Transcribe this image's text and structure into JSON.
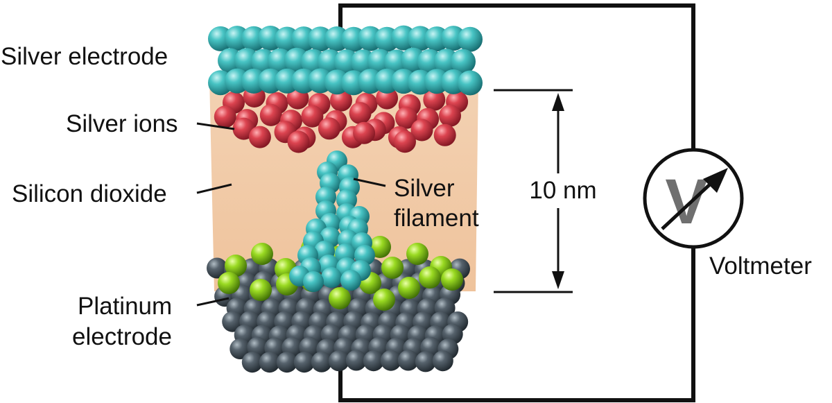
{
  "labels": {
    "silver_electrode": "Silver electrode",
    "silver_ions": "Silver ions",
    "silicon_dioxide": "Silicon dioxide",
    "silver_filament_line1": "Silver",
    "silver_filament_line2": "filament",
    "platinum_line1": "Platinum",
    "platinum_line2": "electrode",
    "distance": "10 nm",
    "voltmeter": "Voltmeter",
    "voltmeter_symbol": "V"
  },
  "colors": {
    "silver_atom": "#3fb8b8",
    "silver_ion": "#d23c48",
    "silicon_dioxide": "#f0c9a4",
    "platinum_atom": "#4e5a64",
    "dopant_atom": "#8fd41e",
    "wire": "#111111"
  },
  "icons": {
    "voltmeter": "voltmeter-gauge-icon",
    "dimension_arrow": "double-headed-arrow-icon"
  }
}
